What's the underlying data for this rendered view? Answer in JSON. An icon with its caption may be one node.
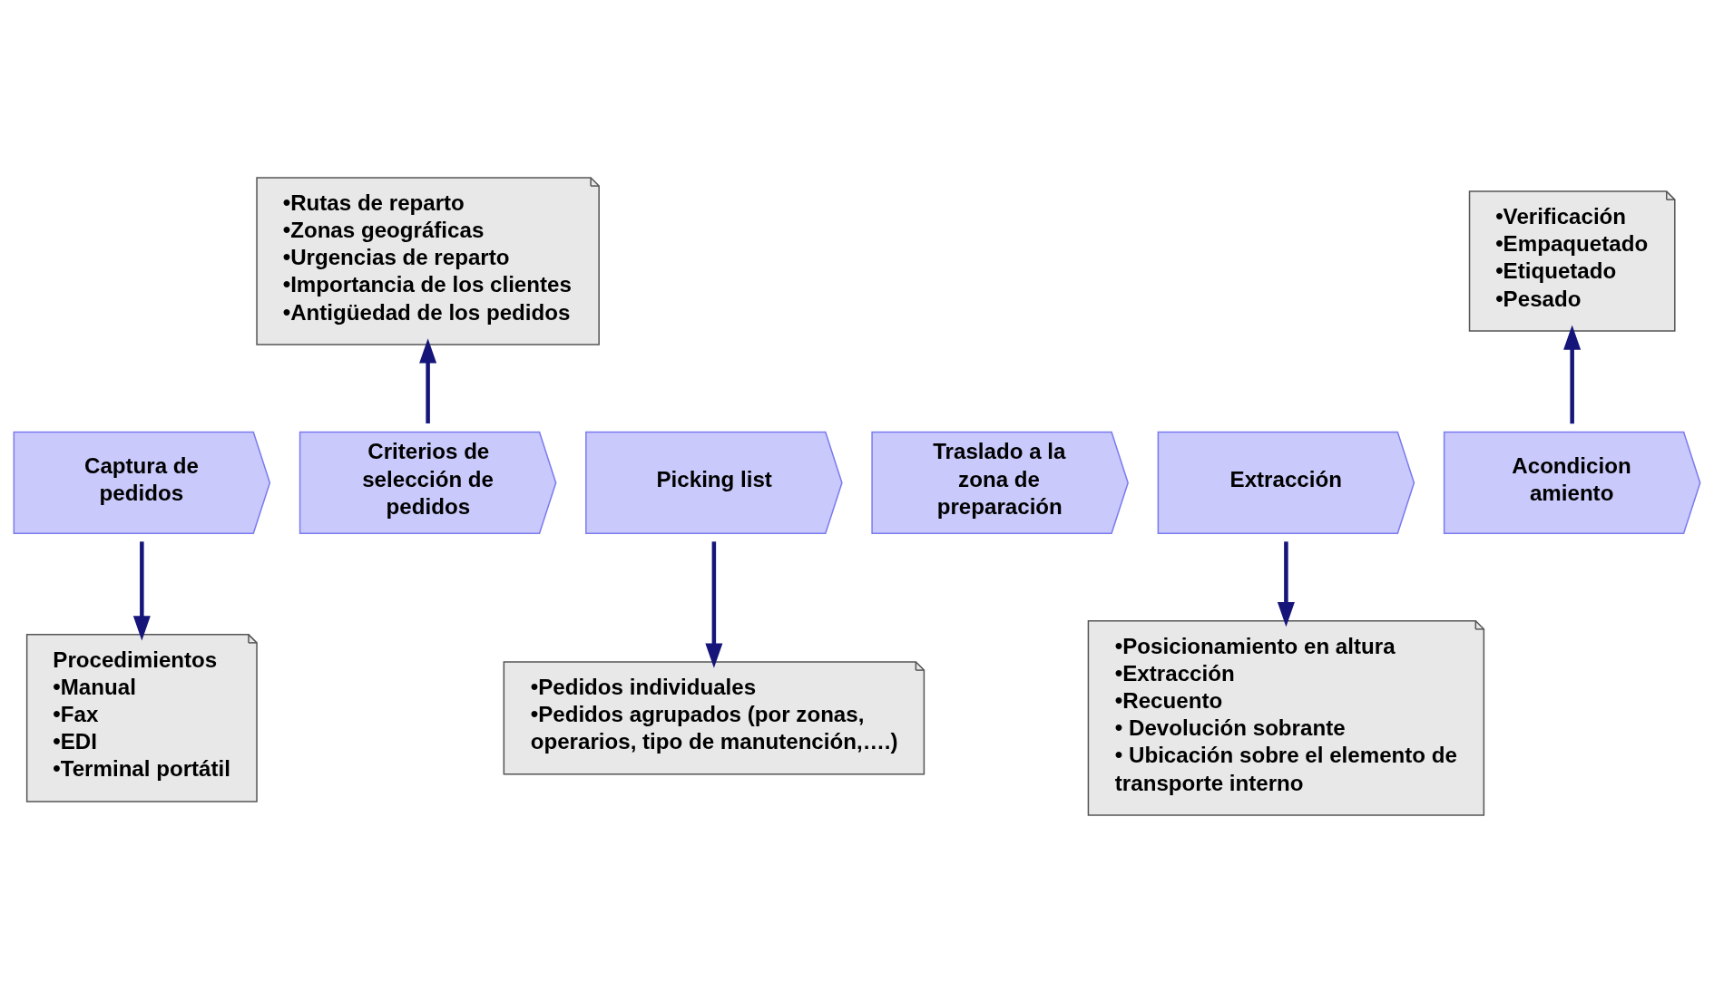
{
  "diagram": {
    "nodes": [
      {
        "text": [
          "Captura de pedidos"
        ]
      },
      {
        "text": [
          "Criterios de selección de pedidos"
        ]
      },
      {
        "text": [
          "Picking list"
        ]
      },
      {
        "text": [
          "Traslado a la zona de preparación"
        ]
      },
      {
        "text": [
          "Extracción"
        ]
      },
      {
        "text": [
          "Acondicion amiento"
        ]
      },
      {
        "text": [
          "•Rutas de reparto",
          "•Zonas geográficas",
          "•Urgencias de reparto",
          "•Importancia de los clientes",
          "•Antigüedad de los pedidos"
        ]
      },
      {
        "text": [
          "Procedimientos",
          "•Manual",
          "•Fax",
          "•EDI",
          "•Terminal portátil"
        ]
      },
      {
        "text": [
          "•Pedidos individuales",
          "•Pedidos agrupados (por zonas, operarios, tipo de manutención,….)"
        ]
      },
      {
        "text": [
          "•Posicionamiento en altura",
          "•Extracción",
          "•Recuento",
          "• Devolución sobrante",
          "• Ubicación sobre el elemento de transporte interno"
        ]
      },
      {
        "text": [
          "•Verificación",
          "•Empaquetado",
          "•Etiquetado",
          "•Pesado"
        ]
      }
    ],
    "edges": [
      {
        "from": 1,
        "to": 6,
        "arrow": "to"
      },
      {
        "from": 0,
        "to": 7,
        "arrow": "to"
      },
      {
        "from": 2,
        "to": 8,
        "arrow": "to"
      },
      {
        "from": 4,
        "to": 9,
        "arrow": "to"
      },
      {
        "from": 5,
        "to": 10,
        "arrow": "to"
      }
    ]
  }
}
